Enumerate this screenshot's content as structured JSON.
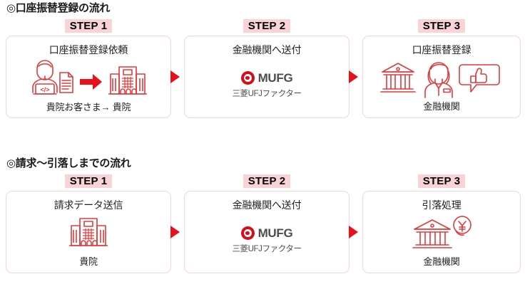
{
  "sections": [
    {
      "heading": "◎口座振替登録の流れ",
      "steps": [
        {
          "label": "STEP 1",
          "title": "口座振替登録依頼",
          "caption": "貴院お客さま→ 貴院",
          "icons": [
            "person-laptop-icon",
            "document-icon",
            "arrow-right-icon",
            "hospital-building-icon"
          ]
        },
        {
          "label": "STEP 2",
          "title": "金融機関へ送付",
          "caption": "",
          "brand": {
            "mark": "mufg-logo-icon",
            "word": "MUFG",
            "sub": "三菱UFJファクター"
          },
          "icons": [
            "mufg-logo-icon"
          ]
        },
        {
          "label": "STEP 3",
          "title": "口座振替登録",
          "caption": "金融機関",
          "icons": [
            "bank-building-icon",
            "bank-clerk-icon",
            "thumbs-up-bubble-icon"
          ]
        }
      ]
    },
    {
      "heading": "◎請求～引落しまでの流れ",
      "steps": [
        {
          "label": "STEP 1",
          "title": "請求データ送信",
          "caption": "貴院",
          "icons": [
            "hospital-building-icon"
          ]
        },
        {
          "label": "STEP 2",
          "title": "金融機関へ送付",
          "caption": "",
          "brand": {
            "mark": "mufg-logo-icon",
            "word": "MUFG",
            "sub": "三菱UFJファクター"
          },
          "icons": [
            "mufg-logo-icon"
          ]
        },
        {
          "label": "STEP 3",
          "title": "引落処理",
          "caption": "金融機関",
          "icons": [
            "bank-building-icon",
            "yen-coin-icon"
          ]
        }
      ]
    }
  ],
  "colors": {
    "accent_red": "#e8111b",
    "icon_red": "#e03b3b",
    "step_label_bg": "#f9d3d6",
    "box_border": "#f7d6d8",
    "mufg_red": "#d80c18",
    "mufg_gray": "#4d4d4f",
    "text": "#231f20"
  }
}
